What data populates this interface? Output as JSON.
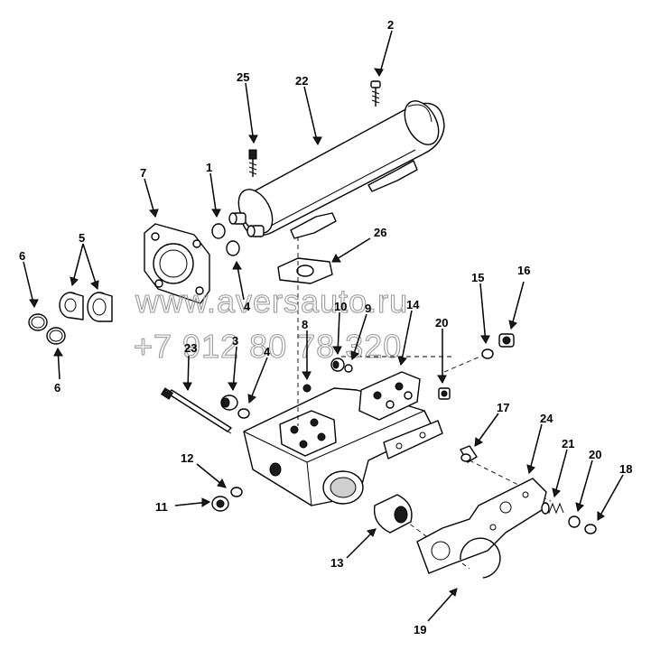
{
  "callouts": [
    {
      "id": "c1",
      "text": "1"
    },
    {
      "id": "c2",
      "text": "2"
    },
    {
      "id": "c3",
      "text": "3"
    },
    {
      "id": "c4",
      "text": "4"
    },
    {
      "id": "c5",
      "text": "5"
    },
    {
      "id": "c6a",
      "text": "6"
    },
    {
      "id": "c6b",
      "text": "6"
    },
    {
      "id": "c7",
      "text": "7"
    },
    {
      "id": "c8",
      "text": "8"
    },
    {
      "id": "c9",
      "text": "9"
    },
    {
      "id": "c10",
      "text": "10"
    },
    {
      "id": "c11",
      "text": "11"
    },
    {
      "id": "c12",
      "text": "12"
    },
    {
      "id": "c13",
      "text": "13"
    },
    {
      "id": "c14",
      "text": "14"
    },
    {
      "id": "c15",
      "text": "15"
    },
    {
      "id": "c16",
      "text": "16"
    },
    {
      "id": "c17",
      "text": "17"
    },
    {
      "id": "c18",
      "text": "18"
    },
    {
      "id": "c19",
      "text": "19"
    },
    {
      "id": "c20",
      "text": "20"
    },
    {
      "id": "c21",
      "text": "21"
    },
    {
      "id": "c22",
      "text": "22"
    },
    {
      "id": "c23",
      "text": "23"
    },
    {
      "id": "c24",
      "text": "24"
    },
    {
      "id": "c25",
      "text": "25"
    },
    {
      "id": "c26",
      "text": "26"
    },
    {
      "id": "c4b",
      "text": "4"
    }
  ],
  "watermark": {
    "site": "www.aversauto.ru",
    "phone": "+7 912 80 78 320"
  }
}
